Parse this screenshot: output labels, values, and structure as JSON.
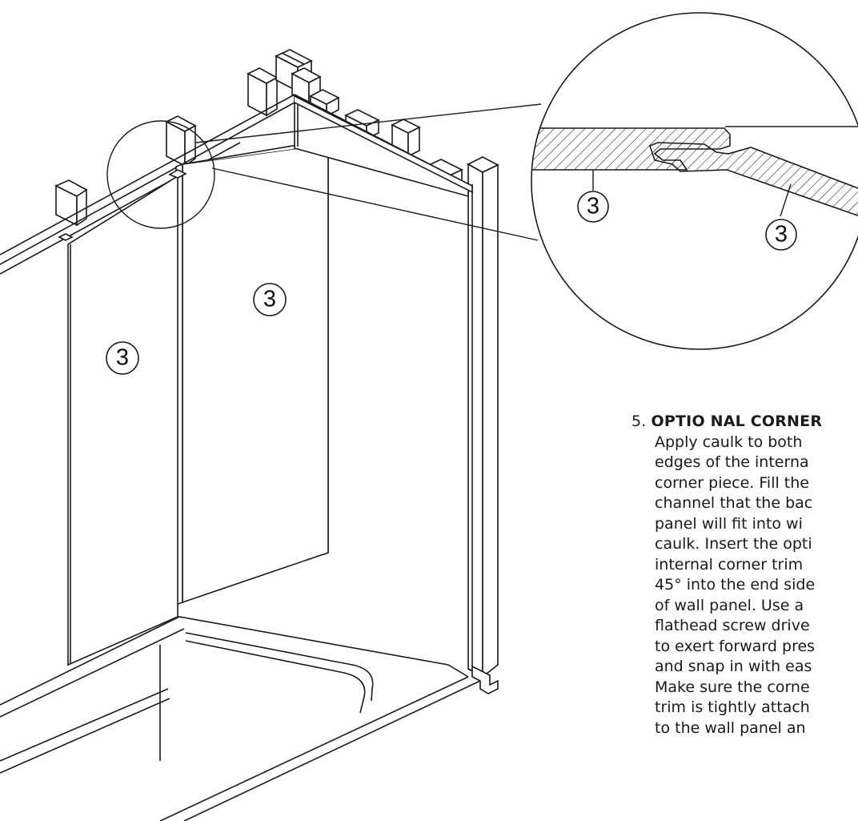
{
  "callouts": {
    "main_left": "3",
    "main_right": "3",
    "detail_left": "3",
    "detail_right": "3"
  },
  "step": {
    "number": "5.",
    "title": "OPTIO NAL  CORNER",
    "lines": [
      "Apply caulk to both",
      "edges  of the interna",
      "corner  piece.  Fill the",
      "channel that the bac",
      "panel will fit into wi",
      "caulk. Insert the opti",
      "internal corner trim",
      "45° into the end  side",
      "of wall panel. Use  a",
      "flathead screw  drive",
      "to exert forward pres",
      "and snap in with eas",
      "Make sure the corne",
      "trim is tightly attach",
      "to the wall panel an"
    ]
  },
  "colors": {
    "line": "#1a1a1a",
    "background": "#ffffff"
  }
}
